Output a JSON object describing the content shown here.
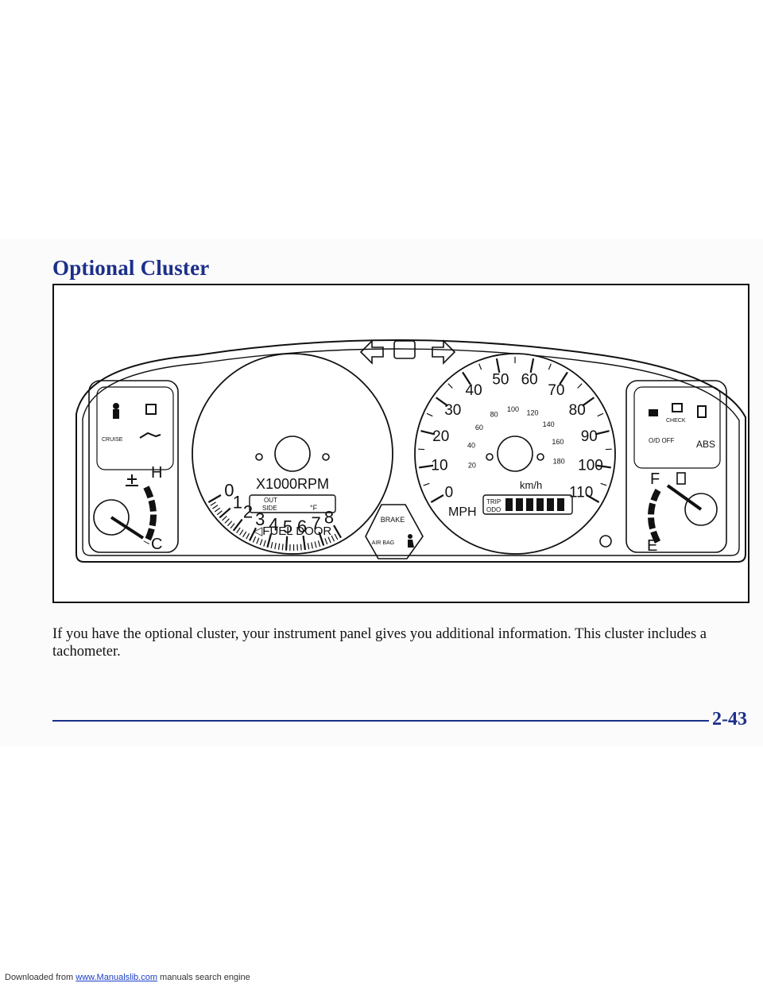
{
  "header": {
    "section_title": "Optional Cluster"
  },
  "cluster": {
    "tachometer": {
      "numerals": [
        "0",
        "1",
        "2",
        "3",
        "4",
        "5",
        "6",
        "7",
        "8"
      ],
      "unit_label": "X1000RPM",
      "temp_display": {
        "line1": "OUT",
        "line2": "SIDE",
        "unit": "°F"
      },
      "fuel_door_label": "◁FUEL DOOR"
    },
    "speedometer": {
      "mph_numerals": [
        "0",
        "10",
        "20",
        "30",
        "40",
        "50",
        "60",
        "70",
        "80",
        "90",
        "100",
        "110"
      ],
      "kmh_numerals": [
        "20",
        "40",
        "60",
        "80",
        "100",
        "120",
        "140",
        "160",
        "180"
      ],
      "kmh_label": "km/h",
      "mph_label": "MPH",
      "odometer_labels": {
        "trip": "TRIP",
        "odo": "ODO"
      }
    },
    "center_warnings": {
      "brake_label": "BRAKE",
      "airbag_label": "AIR BAG"
    },
    "left_gauge": {
      "cruise_label": "CRUISE",
      "hot_label": "H",
      "cold_label": "C"
    },
    "right_gauge": {
      "check_label": "CHECK",
      "od_off_label": "O/D OFF",
      "abs_label": "ABS",
      "full_label": "F",
      "empty_label": "E"
    }
  },
  "body_text": {
    "caption": "If you have the optional cluster, your instrument panel gives you additional information. This cluster includes a tachometer."
  },
  "footer": {
    "page_number": "2-43"
  },
  "banner": {
    "prefix": "Downloaded from",
    "link": "www.Manualslib.com",
    "suffix": "manuals search engine"
  }
}
